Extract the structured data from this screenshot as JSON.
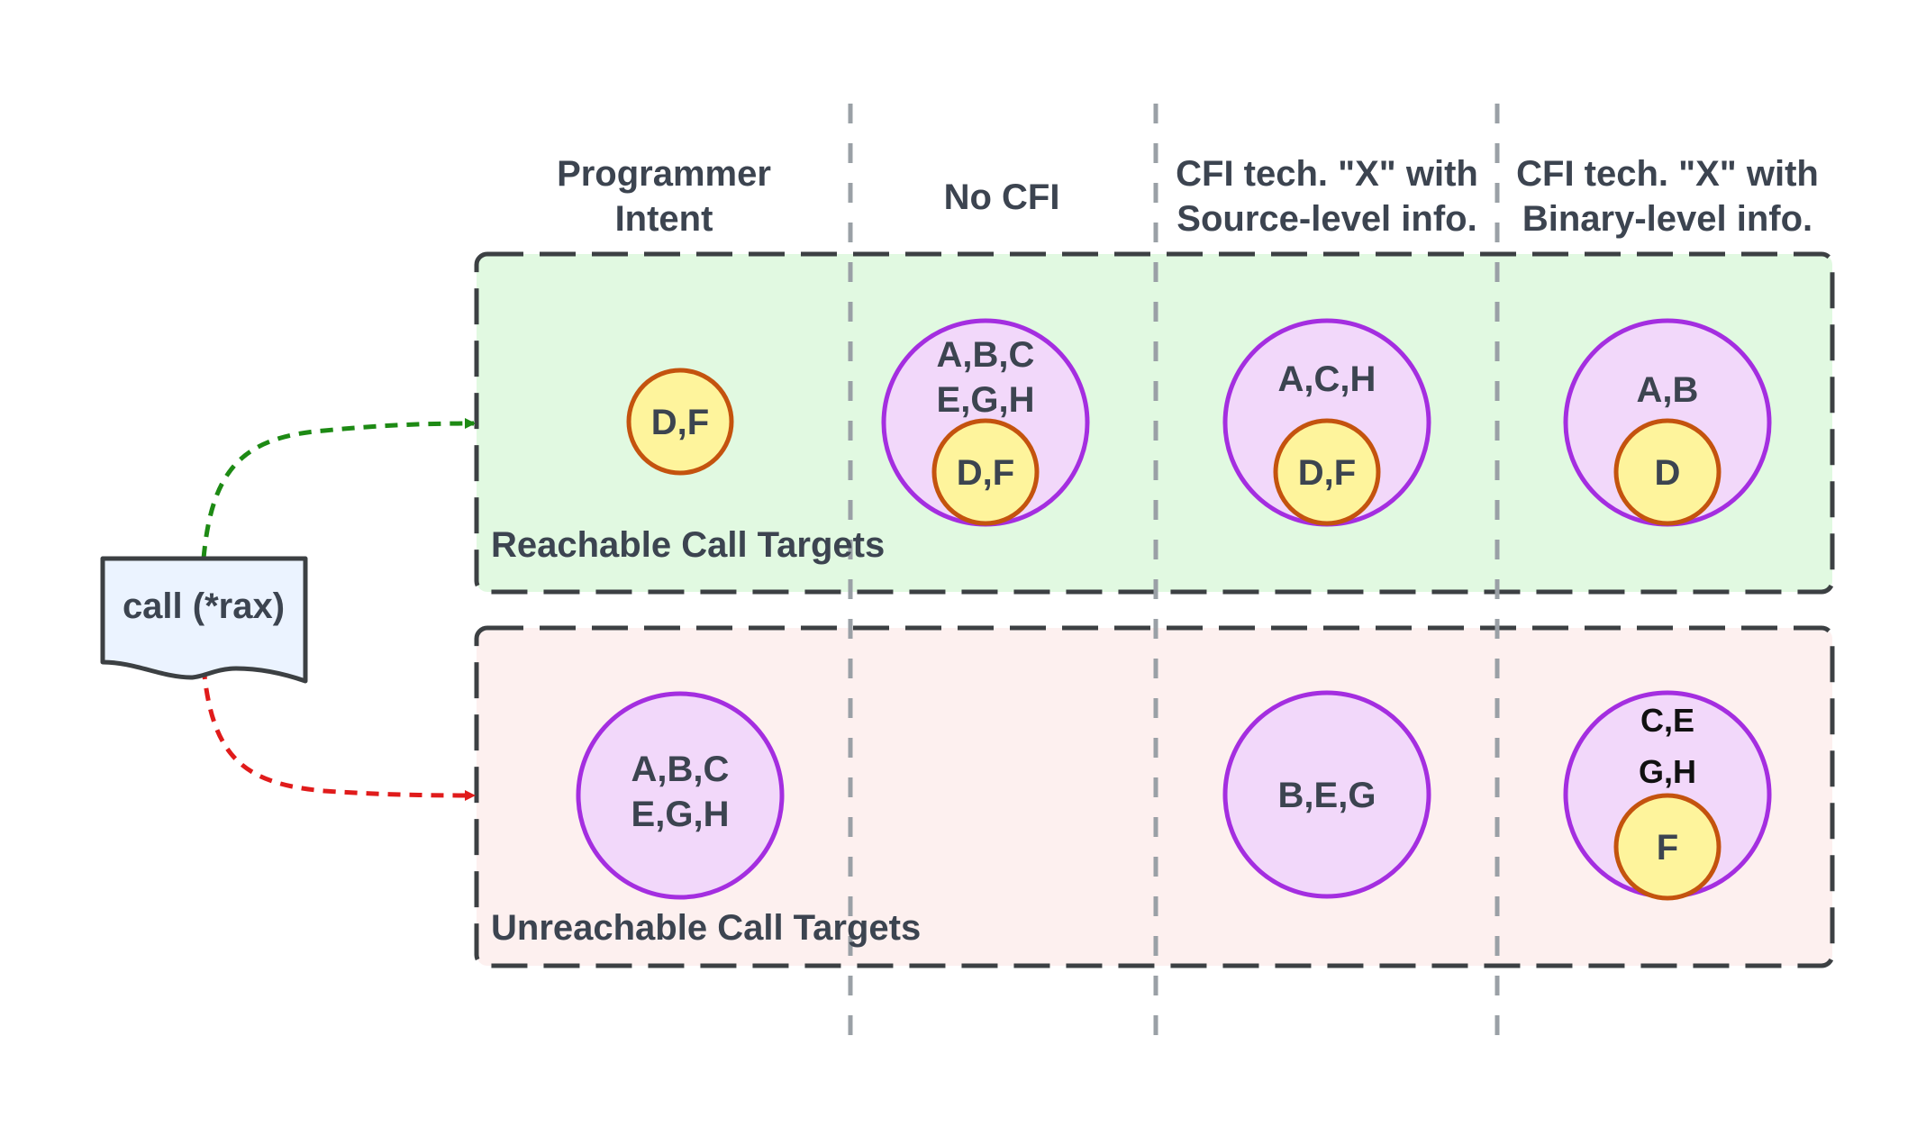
{
  "columns": {
    "programmer_intent": [
      "Programmer",
      "Intent"
    ],
    "no_cfi": [
      "No CFI"
    ],
    "cfi_source": [
      "CFI tech. \"X\" with",
      "Source-level info."
    ],
    "cfi_binary": [
      "CFI tech. \"X\" with",
      "Binary-level info."
    ]
  },
  "rows": {
    "reachable_label": "Reachable Call Targets",
    "unreachable_label": "Unreachable Call Targets"
  },
  "call_node": {
    "label": "call (*rax)"
  },
  "reachable": {
    "programmer_intent": {
      "inner": "D,F"
    },
    "no_cfi": {
      "outer": [
        "A,B,C",
        "E,G,H"
      ],
      "inner": "D,F"
    },
    "cfi_source": {
      "outer": [
        "A,C,H"
      ],
      "inner": "D,F"
    },
    "cfi_binary": {
      "outer": [
        "A,B"
      ],
      "inner": "D"
    }
  },
  "unreachable": {
    "programmer_intent": {
      "outer": [
        "A,B,C",
        "E,G,H"
      ]
    },
    "cfi_source": {
      "outer": [
        "B,E,G"
      ]
    },
    "cfi_binary": {
      "outer": [
        "C,E",
        "G,H"
      ],
      "inner": "F"
    }
  },
  "colors": {
    "reachable_fill": "#e1f9e1",
    "unreachable_fill": "#fdf0ef",
    "purple_fill": "#f2d8fa",
    "purple_stroke": "#a42ee0",
    "yellow_fill": "#fef49c",
    "orange_stroke": "#c4530e",
    "green_arrow": "#1d8a14",
    "red_arrow": "#e01b1b",
    "call_fill": "#ebf3ff"
  }
}
